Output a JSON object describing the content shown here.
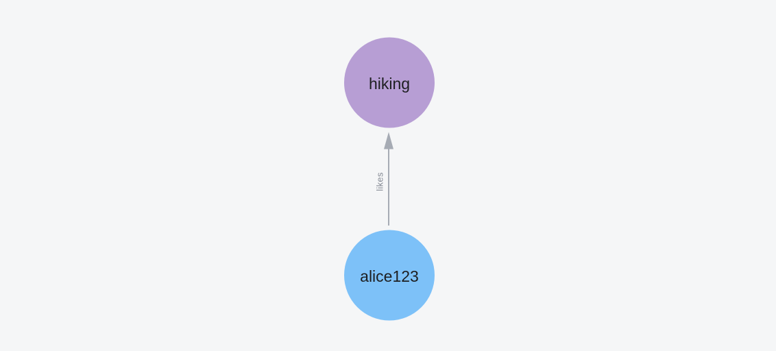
{
  "canvas": {
    "background": "#f5f6f7"
  },
  "graph": {
    "nodes": [
      {
        "id": "hiking",
        "label": "hiking",
        "fill": "#b79ed4",
        "text_color": "#1d1e20"
      },
      {
        "id": "alice123",
        "label": "alice123",
        "fill": "#7dc1f8",
        "text_color": "#1d1e20"
      }
    ],
    "edge": {
      "from": "alice123",
      "to": "hiking",
      "label": "likes",
      "direction": "up",
      "line_color": "#a6abb4",
      "label_color": "#868b95"
    }
  }
}
